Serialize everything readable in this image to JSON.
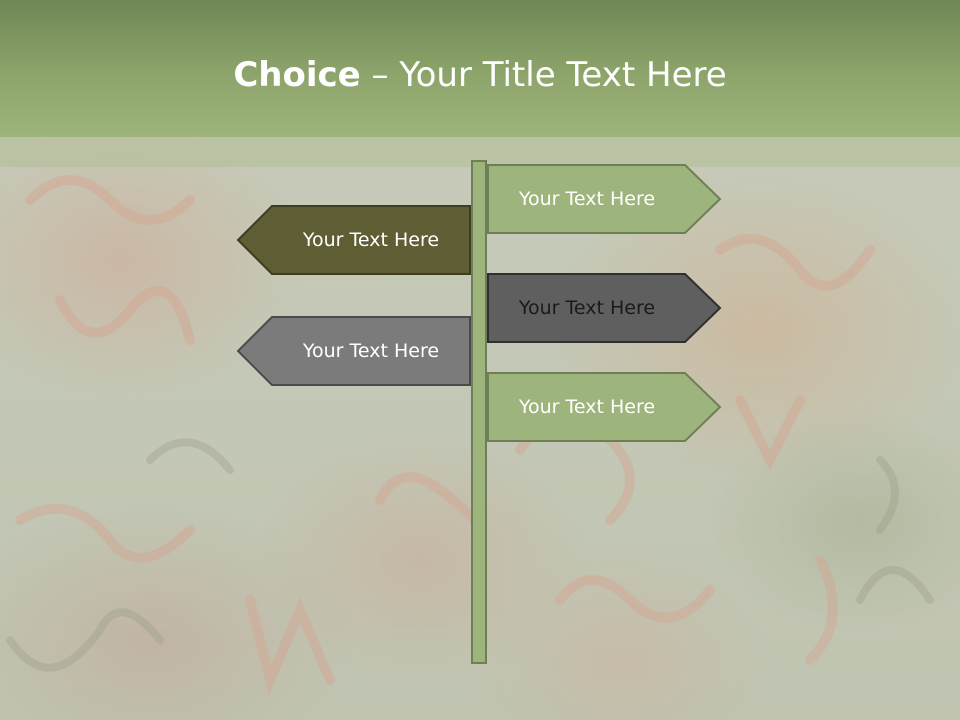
{
  "title": {
    "bold": "Choice",
    "rest": " – Your Title Text Here"
  },
  "signs": [
    {
      "text": "Your Text Here",
      "direction": "right",
      "fill": "#9db47c",
      "text_color": "#ffffff"
    },
    {
      "text": "Your Text Here",
      "direction": "left",
      "fill": "#5f5d33",
      "text_color": "#ffffff"
    },
    {
      "text": "Your Text Here",
      "direction": "right",
      "fill": "#5f5f5f",
      "text_color": "#1a1a1a"
    },
    {
      "text": "Your Text Here",
      "direction": "left",
      "fill": "#7b7b7b",
      "text_color": "#ffffff"
    },
    {
      "text": "Your Text Here",
      "direction": "right",
      "fill": "#9db47c",
      "text_color": "#ffffff"
    }
  ],
  "colors": {
    "title_band": "#8da46b",
    "pole": "#9db47c",
    "outline": "#4a4a40"
  }
}
